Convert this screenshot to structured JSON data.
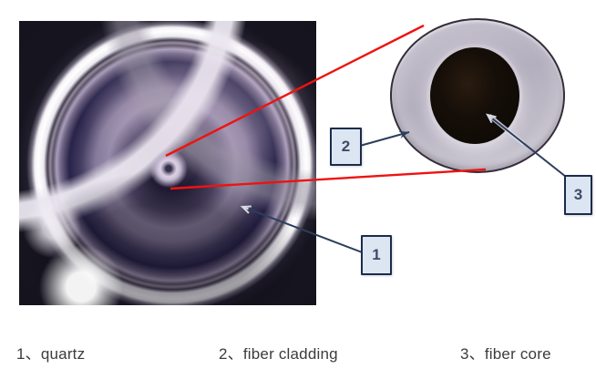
{
  "colors": {
    "background": "#ffffff",
    "callout_red": "#ee1310",
    "arrow_navy": "#2c3e5c",
    "arrow_head_light": "#d8dbe2",
    "box_fill": "#dce6f2",
    "box_border": "#1c2b4a",
    "box_number_color": "#3f4a66",
    "caption_color": "#3c3c3c"
  },
  "callouts": [
    {
      "number": "1",
      "term": "quartz"
    },
    {
      "number": "2",
      "term": "fiber cladding"
    },
    {
      "number": "3",
      "term": "fiber core"
    }
  ],
  "caption": {
    "separator": "、",
    "items": [
      "1、quartz",
      "2、fiber cladding",
      "3、fiber core"
    ]
  }
}
